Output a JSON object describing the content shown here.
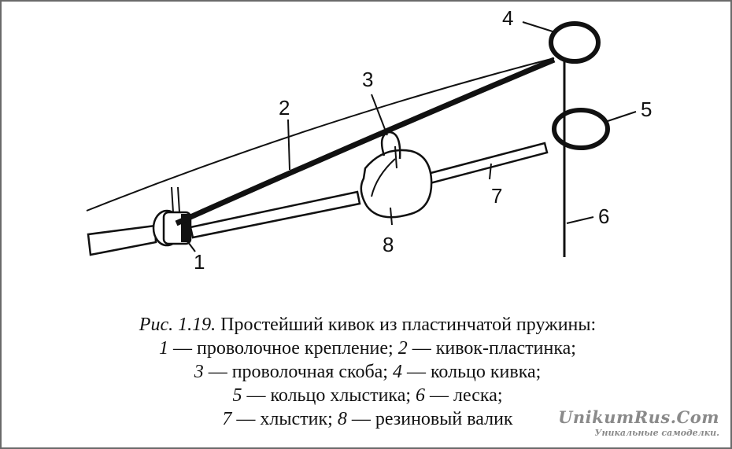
{
  "labels": {
    "l1": "1",
    "l2": "2",
    "l3": "3",
    "l4": "4",
    "l5": "5",
    "l6": "6",
    "l7": "7",
    "l8": "8"
  },
  "caption": {
    "title_prefix": "Рис. 1.19.",
    "title_text": " Простейший кивок из пластинчатой пружины:",
    "lines": [
      {
        "n1": "1",
        "t1": " — проволочное крепление; ",
        "n2": "2",
        "t2": " — кивок-пластинка;"
      },
      {
        "n1": "3",
        "t1": " — проволочная скоба; ",
        "n2": "4",
        "t2": " — кольцо кивка;"
      },
      {
        "n1": "5",
        "t1": " — кольцо хлыстика; ",
        "n2": "6",
        "t2": " — леска;"
      },
      {
        "n1": "7",
        "t1": " — хлыстик; ",
        "n2": "8",
        "t2": " — резиновый валик"
      }
    ]
  },
  "watermark": {
    "title": "UnikumRus.Com",
    "subtitle": "Уникальные самоделки."
  }
}
